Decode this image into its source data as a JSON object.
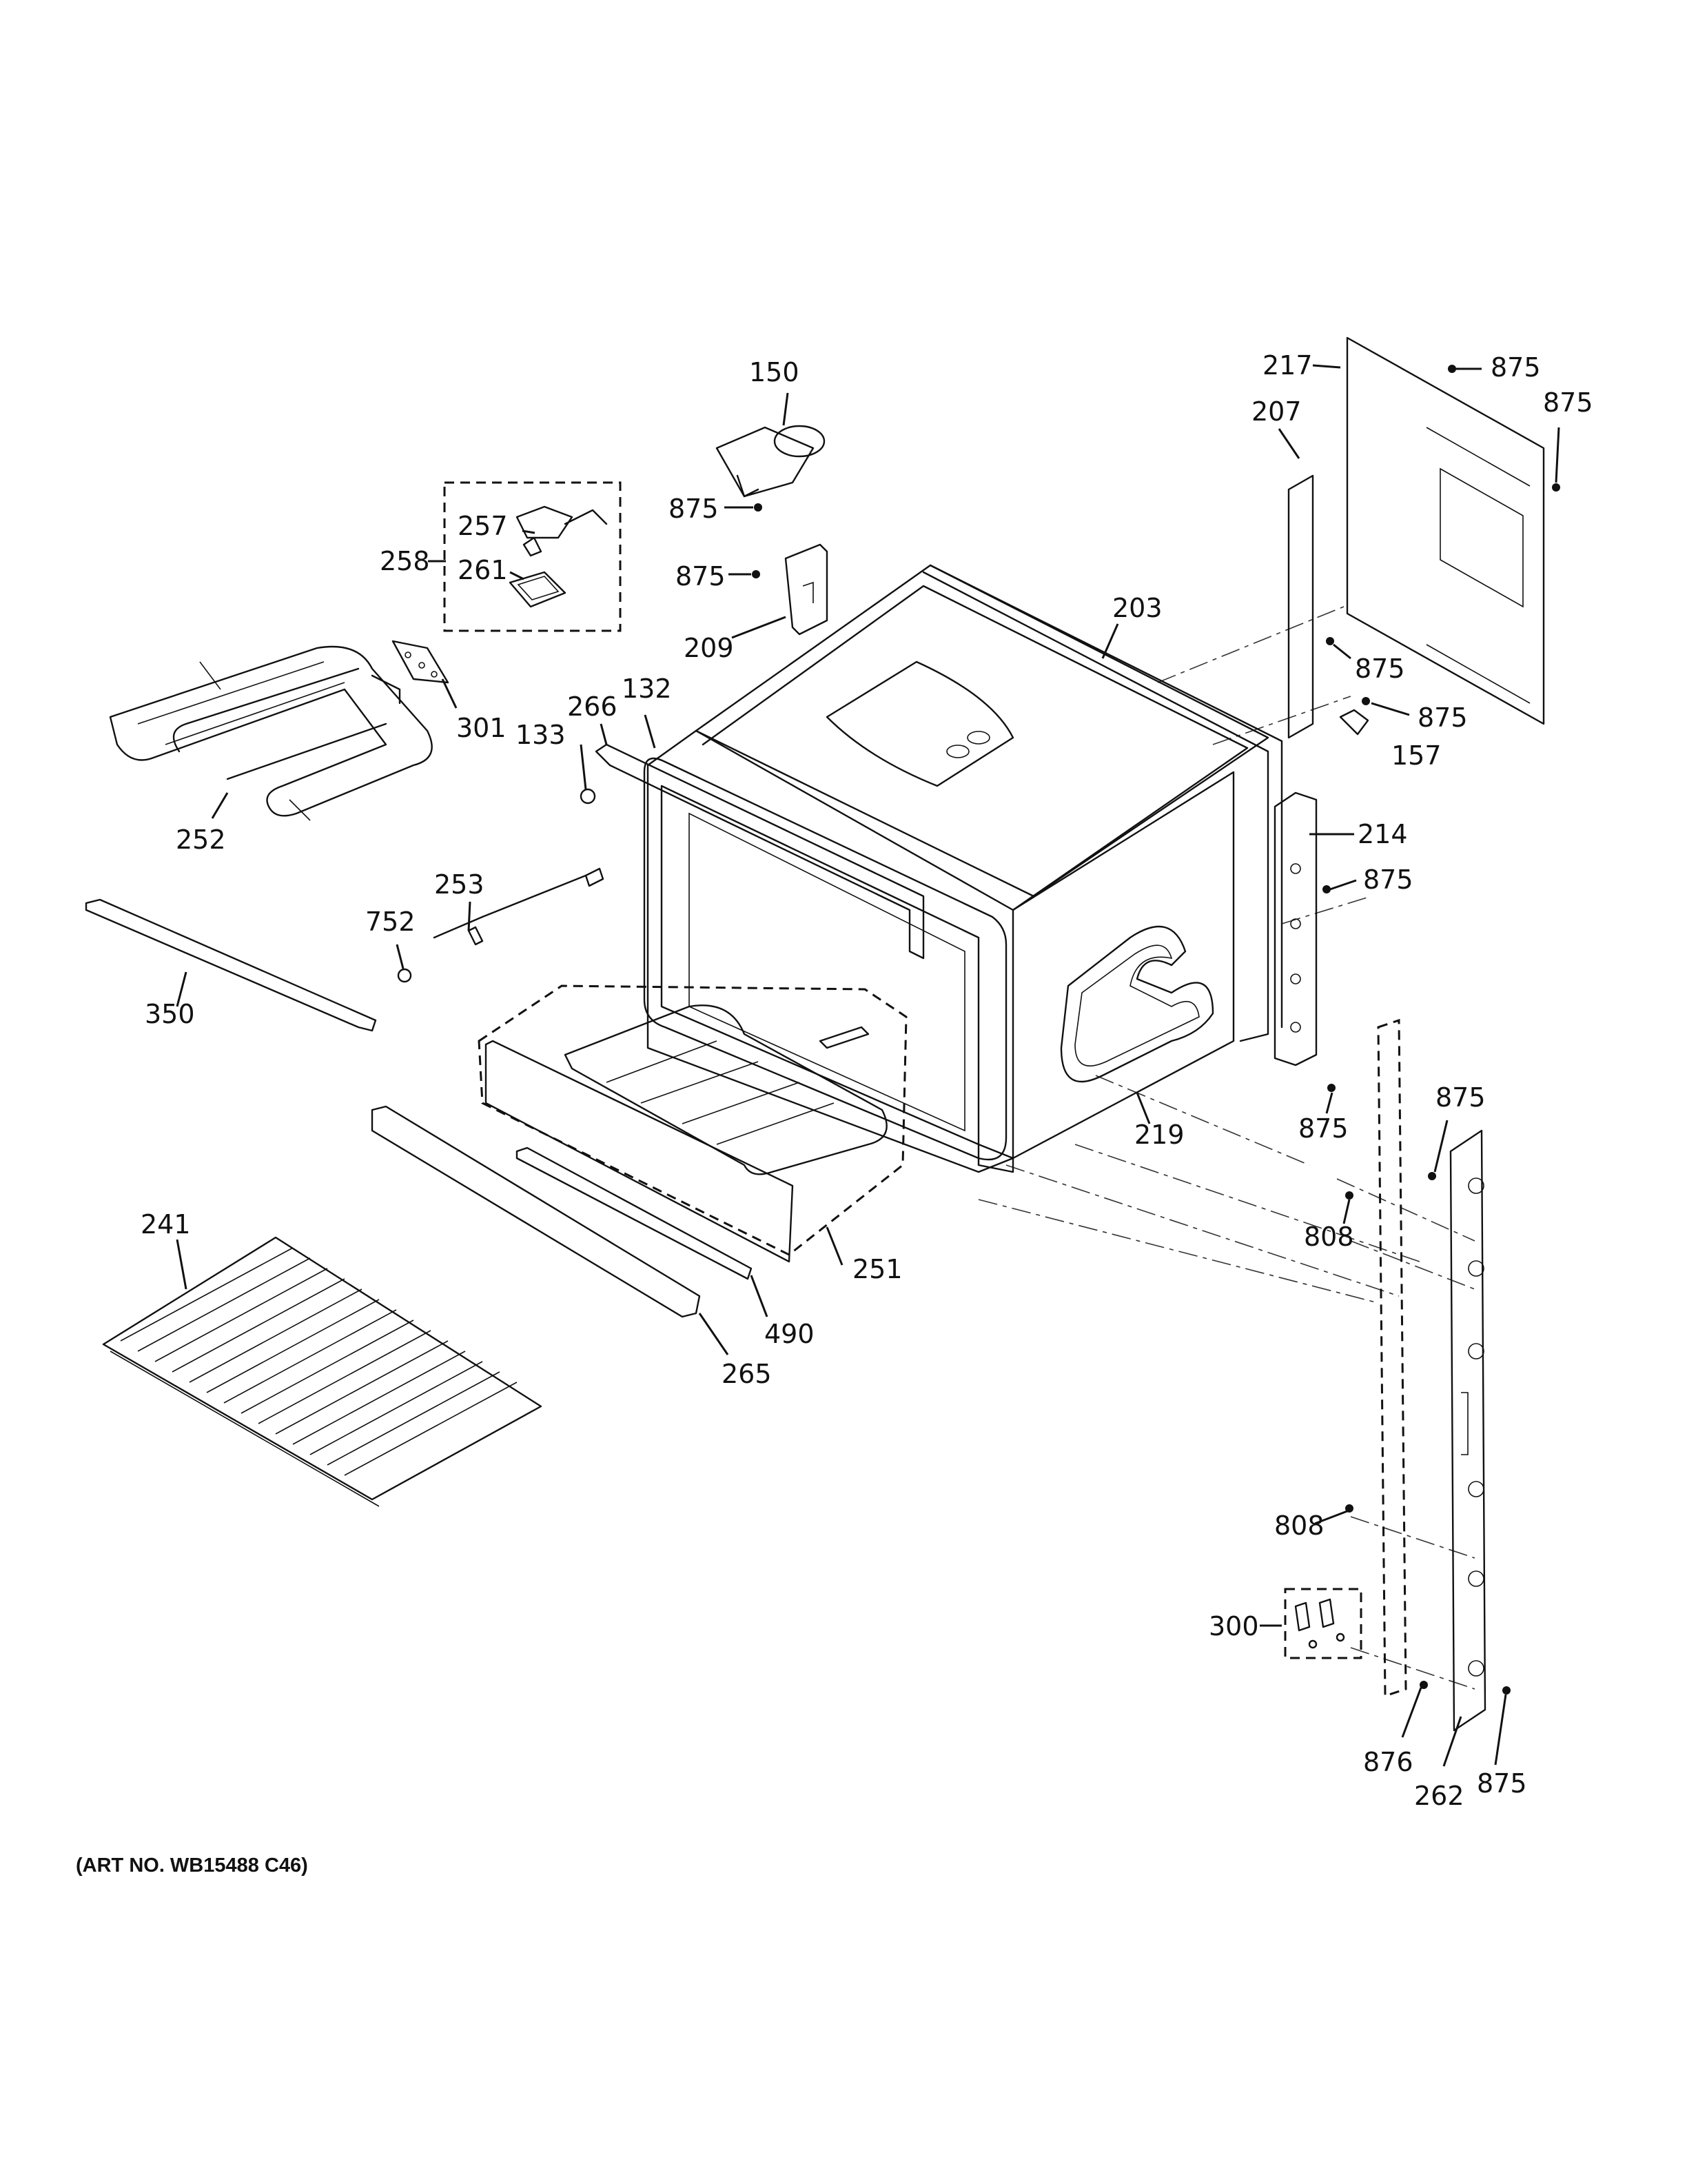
{
  "art_number": "(ART NO. WB15488 C46)",
  "callouts": [
    {
      "id": "c150",
      "label": "150"
    },
    {
      "id": "c875a",
      "label": "875"
    },
    {
      "id": "c875b",
      "label": "875"
    },
    {
      "id": "c257",
      "label": "257"
    },
    {
      "id": "c258",
      "label": "258"
    },
    {
      "id": "c261",
      "label": "261"
    },
    {
      "id": "c209",
      "label": "209"
    },
    {
      "id": "c203",
      "label": "203"
    },
    {
      "id": "c217",
      "label": "217"
    },
    {
      "id": "c875c",
      "label": "875"
    },
    {
      "id": "c875d",
      "label": "875"
    },
    {
      "id": "c207",
      "label": "207"
    },
    {
      "id": "c875e",
      "label": "875"
    },
    {
      "id": "c875f",
      "label": "875"
    },
    {
      "id": "c157",
      "label": "157"
    },
    {
      "id": "c301",
      "label": "301"
    },
    {
      "id": "c266",
      "label": "266"
    },
    {
      "id": "c132",
      "label": "132"
    },
    {
      "id": "c133",
      "label": "133"
    },
    {
      "id": "c252",
      "label": "252"
    },
    {
      "id": "c214",
      "label": "214"
    },
    {
      "id": "c875g",
      "label": "875"
    },
    {
      "id": "c253",
      "label": "253"
    },
    {
      "id": "c752",
      "label": "752"
    },
    {
      "id": "c350",
      "label": "350"
    },
    {
      "id": "c219",
      "label": "219"
    },
    {
      "id": "c875h",
      "label": "875"
    },
    {
      "id": "c875i",
      "label": "875"
    },
    {
      "id": "c808a",
      "label": "808"
    },
    {
      "id": "c241",
      "label": "241"
    },
    {
      "id": "c251",
      "label": "251"
    },
    {
      "id": "c490",
      "label": "490"
    },
    {
      "id": "c265",
      "label": "265"
    },
    {
      "id": "c808b",
      "label": "808"
    },
    {
      "id": "c300",
      "label": "300"
    },
    {
      "id": "c876",
      "label": "876"
    },
    {
      "id": "c262",
      "label": "262"
    },
    {
      "id": "c875j",
      "label": "875"
    }
  ]
}
